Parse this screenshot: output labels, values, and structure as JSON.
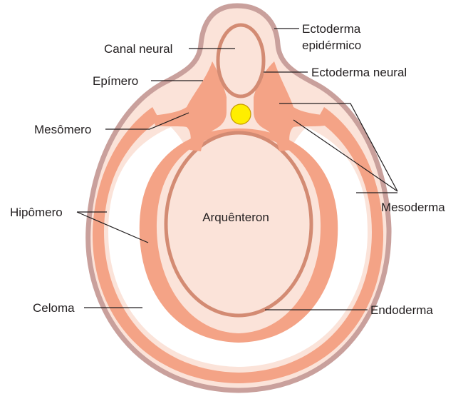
{
  "colors": {
    "ectoderm_outline": "#c9a09c",
    "tissue_fill": "#fbe3d9",
    "mesoderm_fill": "#f4a386",
    "endoderm_outline": "#d38b73",
    "notochord_fill": "#ffee00",
    "notochord_outline": "#c79b00",
    "background": "#ffffff",
    "leader_line": "#231f20"
  },
  "labels": {
    "canal_neural": "Canal neural",
    "ectoderma_epidermico_line1": "Ectoderma",
    "ectoderma_epidermico_line2": "epidérmico",
    "epimero": "Epímero",
    "ectoderma_neural": "Ectoderma neural",
    "mesomero": "Mesômero",
    "hipomero": "Hipômero",
    "mesoderma": "Mesoderma",
    "arquenteron": "Arquênteron",
    "celoma": "Celoma",
    "endoderma": "Endoderma"
  }
}
